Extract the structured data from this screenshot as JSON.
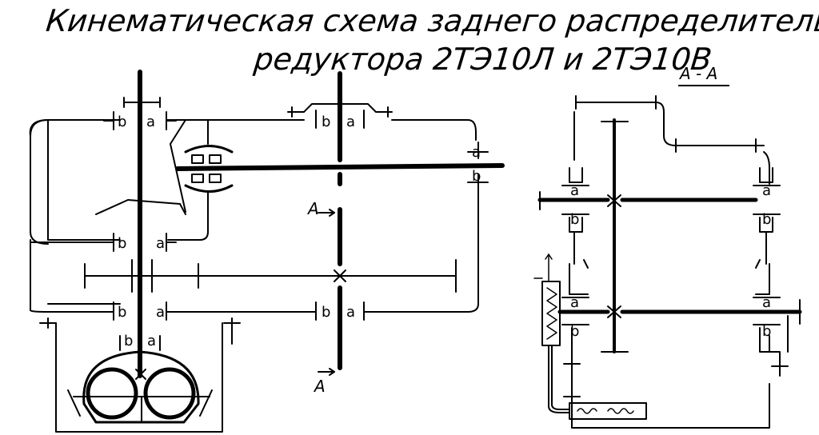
{
  "title": {
    "line1": "Кинематическая схема заднего распределительного",
    "line2": "редуктора  2ТЭ10Л и 2ТЭ10В"
  },
  "section_label": "А - А",
  "cut_markers": {
    "top": "А",
    "bottom": "А"
  },
  "bearing_labels": {
    "b": "b",
    "a": "a"
  },
  "line_color": "#000000"
}
